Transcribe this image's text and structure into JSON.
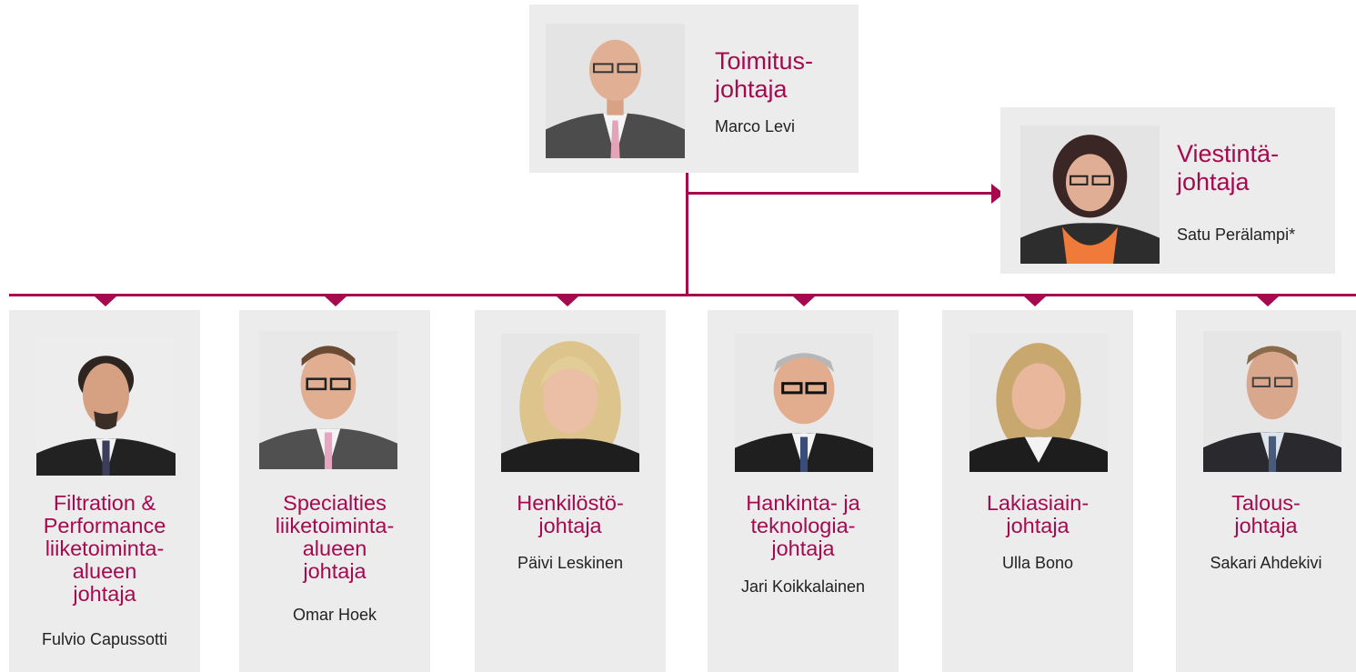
{
  "ceo": {
    "role_line1": "Toimitus-",
    "role_line2": "johtaja",
    "name": "Marco Levi"
  },
  "communications": {
    "role_line1": "Viestintä-",
    "role_line2": "johtaja",
    "name": "Satu Perälampi*"
  },
  "reports": [
    {
      "role": "Filtration & Performance liiketoiminta-alueen johtaja",
      "lines": [
        "Filtration &",
        "Performance",
        "liiketoiminta-",
        "alueen",
        "johtaja"
      ],
      "name": "Fulvio Capussotti"
    },
    {
      "role": "Specialties liiketoiminta-alueen johtaja",
      "lines": [
        "Specialties",
        "liiketoiminta-",
        "alueen",
        "johtaja"
      ],
      "name": "Omar Hoek"
    },
    {
      "role": "Henkilöstöjohtaja",
      "lines": [
        "Henkilöstö-",
        "johtaja"
      ],
      "name": "Päivi Leskinen"
    },
    {
      "role": "Hankinta- ja teknologiajohtaja",
      "lines": [
        "Hankinta- ja",
        "teknologia-",
        "johtaja"
      ],
      "name": "Jari Koikkalainen"
    },
    {
      "role": "Lakiasiainjohtaja",
      "lines": [
        "Lakiasiain-",
        "johtaja"
      ],
      "name": "Ulla Bono"
    },
    {
      "role": "Talousjohtaja",
      "lines": [
        "Talous-",
        "johtaja"
      ],
      "name": "Sakari Ahdekivi"
    }
  ],
  "colors": {
    "accent": "#a50a4f",
    "card": "#ececec",
    "text": "#222222"
  }
}
